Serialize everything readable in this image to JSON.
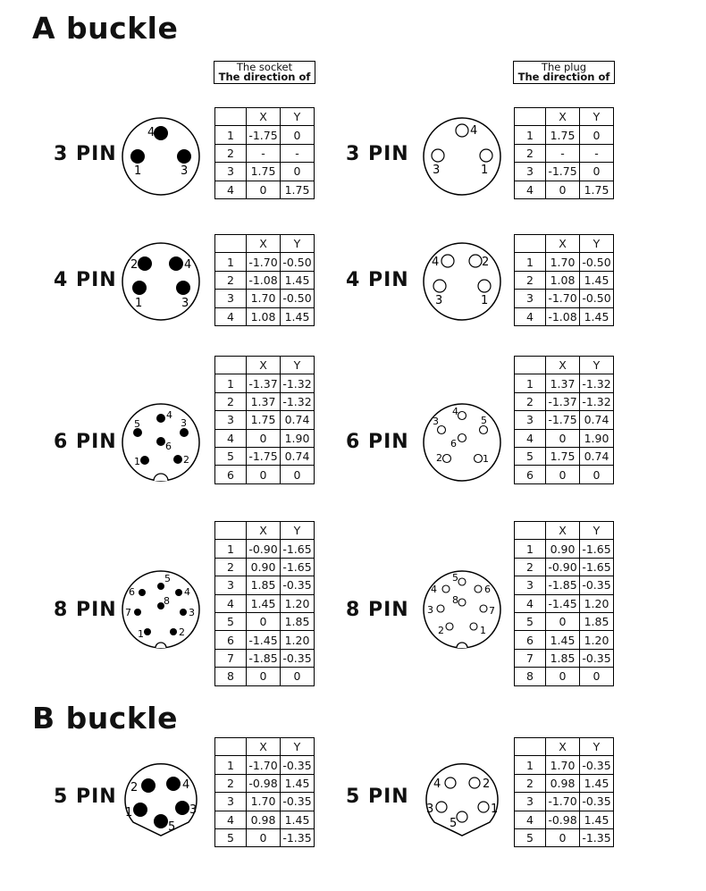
{
  "sections": {
    "a_title": "A buckle",
    "b_title": "B buckle"
  },
  "direction_labels": {
    "socket": {
      "line1": "The socket",
      "line2": "The direction of"
    },
    "plug": {
      "line1": "The plug",
      "line2": "The direction of"
    }
  },
  "table_header": {
    "x": "X",
    "y": "Y"
  },
  "pin_labels": {
    "p3": "3 PIN",
    "p4": "4 PIN",
    "p6": "6 PIN",
    "p8": "8 PIN",
    "p5": "5 PIN"
  },
  "tables": {
    "socket3": [
      [
        "1",
        "-1.75",
        "0"
      ],
      [
        "2",
        "-",
        "-"
      ],
      [
        "3",
        "1.75",
        "0"
      ],
      [
        "4",
        "0",
        "1.75"
      ]
    ],
    "plug3": [
      [
        "1",
        "1.75",
        "0"
      ],
      [
        "2",
        "-",
        "-"
      ],
      [
        "3",
        "-1.75",
        "0"
      ],
      [
        "4",
        "0",
        "1.75"
      ]
    ],
    "socket4": [
      [
        "1",
        "-1.70",
        "-0.50"
      ],
      [
        "2",
        "-1.08",
        "1.45"
      ],
      [
        "3",
        "1.70",
        "-0.50"
      ],
      [
        "4",
        "1.08",
        "1.45"
      ]
    ],
    "plug4": [
      [
        "1",
        "1.70",
        "-0.50"
      ],
      [
        "2",
        "1.08",
        "1.45"
      ],
      [
        "3",
        "-1.70",
        "-0.50"
      ],
      [
        "4",
        "-1.08",
        "1.45"
      ]
    ],
    "socket6": [
      [
        "1",
        "-1.37",
        "-1.32"
      ],
      [
        "2",
        "1.37",
        "-1.32"
      ],
      [
        "3",
        "1.75",
        "0.74"
      ],
      [
        "4",
        "0",
        "1.90"
      ],
      [
        "5",
        "-1.75",
        "0.74"
      ],
      [
        "6",
        "0",
        "0"
      ]
    ],
    "plug6": [
      [
        "1",
        "1.37",
        "-1.32"
      ],
      [
        "2",
        "-1.37",
        "-1.32"
      ],
      [
        "3",
        "-1.75",
        "0.74"
      ],
      [
        "4",
        "0",
        "1.90"
      ],
      [
        "5",
        "1.75",
        "0.74"
      ],
      [
        "6",
        "0",
        "0"
      ]
    ],
    "socket8": [
      [
        "1",
        "-0.90",
        "-1.65"
      ],
      [
        "2",
        "0.90",
        "-1.65"
      ],
      [
        "3",
        "1.85",
        "-0.35"
      ],
      [
        "4",
        "1.45",
        "1.20"
      ],
      [
        "5",
        "0",
        "1.85"
      ],
      [
        "6",
        "-1.45",
        "1.20"
      ],
      [
        "7",
        "-1.85",
        "-0.35"
      ],
      [
        "8",
        "0",
        "0"
      ]
    ],
    "plug8": [
      [
        "1",
        "0.90",
        "-1.65"
      ],
      [
        "2",
        "-0.90",
        "-1.65"
      ],
      [
        "3",
        "-1.85",
        "-0.35"
      ],
      [
        "4",
        "-1.45",
        "1.20"
      ],
      [
        "5",
        "0",
        "1.85"
      ],
      [
        "6",
        "1.45",
        "1.20"
      ],
      [
        "7",
        "1.85",
        "-0.35"
      ],
      [
        "8",
        "0",
        "0"
      ]
    ],
    "socket5": [
      [
        "1",
        "-1.70",
        "-0.35"
      ],
      [
        "2",
        "-0.98",
        "1.45"
      ],
      [
        "3",
        "1.70",
        "-0.35"
      ],
      [
        "4",
        "0.98",
        "1.45"
      ],
      [
        "5",
        "0",
        "-1.35"
      ]
    ],
    "plug5": [
      [
        "1",
        "1.70",
        "-0.35"
      ],
      [
        "2",
        "0.98",
        "1.45"
      ],
      [
        "3",
        "-1.70",
        "-0.35"
      ],
      [
        "4",
        "-0.98",
        "1.45"
      ],
      [
        "5",
        "0",
        "-1.35"
      ]
    ]
  },
  "diagram_pin_numbers": {
    "d3": [
      "1",
      "3",
      "4"
    ],
    "d4": [
      "1",
      "2",
      "3",
      "4"
    ],
    "d6": [
      "1",
      "2",
      "3",
      "4",
      "5",
      "6"
    ],
    "d8": [
      "1",
      "2",
      "3",
      "4",
      "5",
      "6",
      "7",
      "8"
    ],
    "d5": [
      "1",
      "2",
      "3",
      "4",
      "5"
    ]
  },
  "colors": {
    "ink": "#000000",
    "background": "#ffffff"
  }
}
